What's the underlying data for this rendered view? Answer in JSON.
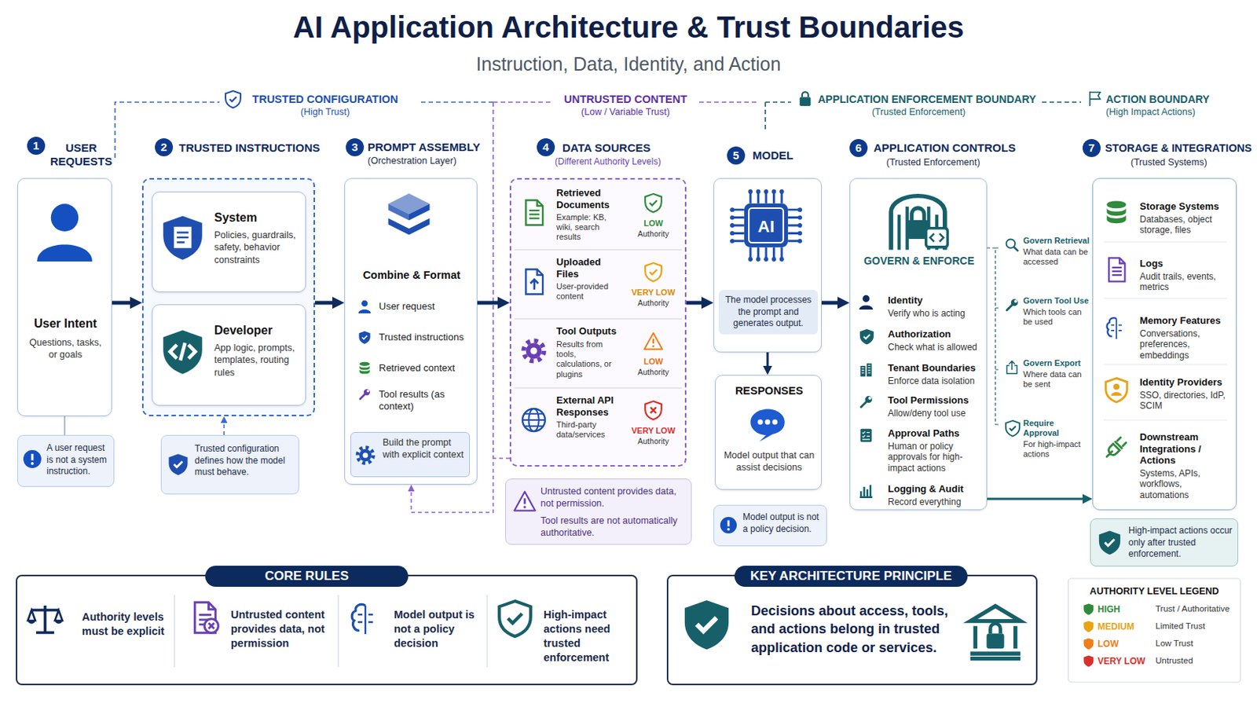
{
  "diagram": {
    "title": "AI Application Architecture & Trust Boundaries",
    "nodes": [
      {
        "text": [
          "USER REQUESTS",
          "User Intent",
          "Questions, tasks, or goals"
        ]
      },
      {
        "text": [
          "A user request is not a system instruction."
        ]
      },
      {
        "text": [
          "TRUSTED INSTRUCTIONS"
        ]
      },
      {
        "text": [
          "System",
          "Policies, guardrails, safety, behavior constraints"
        ],
        "in": 2
      },
      {
        "text": [
          "Developer",
          "App logic, prompts, templates, routing rules"
        ],
        "in": 2
      },
      {
        "text": [
          "Trusted configuration defines how the model must behave."
        ]
      },
      {
        "text": [
          "PROMPT ASSEMBLY",
          "(Orchestration Layer)",
          "Combine & Format",
          "User request",
          "Trusted instructions",
          "Retrieved context",
          "Tool results (as context)"
        ]
      },
      {
        "text": [
          "Build the prompt with explicit context"
        ],
        "in": 6
      },
      {
        "text": [
          "DATA SOURCES",
          "(Different Authority Levels)"
        ]
      },
      {
        "text": [
          "Retrieved Documents",
          "Example: KB, wiki, search results",
          "LOW",
          "Authority"
        ],
        "in": 8
      },
      {
        "text": [
          "Uploaded Files",
          "User-provided content",
          "VERY LOW",
          "Authority"
        ],
        "in": 8
      },
      {
        "text": [
          "Tool Outputs",
          "Results from tools, calculations, or plugins",
          "LOW",
          "Authority"
        ],
        "in": 8
      },
      {
        "text": [
          "External API Responses",
          "Third-party data/services",
          "VERY LOW",
          "Authority"
        ],
        "in": 8
      },
      {
        "text": [
          "Untrusted content provides data, not permission.",
          "Tool results are not automatically authoritative."
        ]
      },
      {
        "text": [
          "MODEL",
          "The model processes the prompt and generates output."
        ]
      },
      {
        "text": [
          "RESPONSES",
          "Model output that can assist decisions"
        ]
      },
      {
        "text": [
          "Model output is not a policy decision."
        ]
      },
      {
        "text": [
          "APPLICATION CONTROLS",
          "(Trusted Enforcement)",
          "GOVERN & ENFORCE",
          "Identity",
          "Verify who is acting",
          "Authorization",
          "Check what is allowed",
          "Tenant Boundaries",
          "Enforce data isolation",
          "Tool Permissions",
          "Allow/deny tool use",
          "Approval Paths",
          "Human or policy approvals for high-impact actions",
          "Logging & Audit",
          "Record everything"
        ]
      },
      {
        "text": [
          "STORAGE & INTEGRATIONS",
          "(Trusted Systems)",
          "Storage Systems",
          "Databases, object storage, files",
          "Logs",
          "Audit trails, events, metrics",
          "Memory Features",
          "Conversations, preferences, embeddings",
          "Identity Providers",
          "SSO, directories, IdP, SCIM",
          "Downstream Integrations / Actions",
          "Systems, APIs, workflows, automations"
        ]
      },
      {
        "text": [
          "High-impact actions occur only after trusted enforcement."
        ]
      },
      {
        "text": [
          "CORE RULES",
          "Authority levels must be explicit",
          "Untrusted content provides data, not permission",
          "Model output is not a policy decision",
          "High-impact actions need trusted enforcement"
        ]
      },
      {
        "text": [
          "KEY ARCHITECTURE PRINCIPLE",
          "Decisions about access, tools, and actions belong in trusted application code or services."
        ]
      }
    ],
    "edges": [
      {
        "from": 0,
        "to": 2,
        "arrow": "to"
      },
      {
        "from": 2,
        "to": 6,
        "arrow": "to"
      },
      {
        "from": 6,
        "to": 8,
        "arrow": "to"
      },
      {
        "from": 8,
        "to": 14,
        "arrow": "to"
      },
      {
        "from": 14,
        "to": 17,
        "arrow": "to"
      },
      {
        "from": 14,
        "to": 15,
        "arrow": "to"
      },
      {
        "from": 17,
        "to": 18,
        "arrow": "to"
      },
      {
        "from": 0,
        "to": 1,
        "arrow": "none"
      },
      {
        "from": 5,
        "to": 2,
        "arrow": "to"
      },
      {
        "from": 8,
        "to": 6,
        "arrow": "to"
      }
    ],
    "labels": [
      "Instruction, Data, Identity, and Action",
      "TRUSTED CONFIGURATION",
      "(High Trust)",
      "UNTRUSTED CONTENT",
      "(Low / Variable Trust)",
      "APPLICATION ENFORCEMENT BOUNDARY",
      "(Trusted Enforcement)",
      "ACTION BOUNDARY",
      "(High Impact Actions)",
      "1",
      "2",
      "3",
      "4",
      "5",
      "6",
      "7",
      "AI",
      "Govern Retrieval",
      "What data can be accessed",
      "Govern Tool Use",
      "Which tools can be used",
      "Govern Export",
      "Where data can be sent",
      "Require Approval",
      "For high-impact actions",
      "AUTHORITY LEVEL LEGEND",
      "Trust / Authoritative",
      "Limited Trust",
      "Low Trust",
      "Untrusted"
    ],
    "legend": [
      {
        "text": "HIGH",
        "color": "#2f8a3b"
      },
      {
        "text": "MEDIUM",
        "color": "#e8a317"
      },
      {
        "text": "LOW",
        "color": "#ef7d1a"
      },
      {
        "text": "VERY LOW",
        "color": "#d9302c"
      }
    ]
  }
}
